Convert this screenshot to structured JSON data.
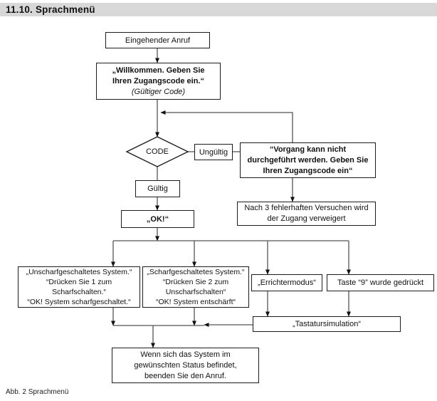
{
  "page": {
    "heading": "11.10. Sprachmenü",
    "caption": "Abb. 2 Sprachmenü"
  },
  "colors": {
    "heading_bar": "#d8d8d8",
    "box_border": "#1c1c1c",
    "connector": "#555555",
    "arrowhead": "#111111"
  },
  "flowchart": {
    "nodes": {
      "incoming_call": {
        "label": "Eingehender Anruf"
      },
      "welcome": {
        "lines": [
          "„Willkommen. Geben Sie",
          "Ihren Zugangscode ein.“"
        ],
        "note": "(Gültiger Code)"
      },
      "code_decision": {
        "label": "CODE"
      },
      "invalid": {
        "label": "Ungültig"
      },
      "valid": {
        "label": "Gültig"
      },
      "error_message": {
        "lines": [
          "“Vorgang kann nicht",
          "durchgeführt werden. Geben Sie",
          "Ihren Zugangscode ein“"
        ]
      },
      "lockout": {
        "lines": [
          "Nach 3 fehlerhaften Versuchen wird",
          "der Zugang verweigert"
        ]
      },
      "ok": {
        "label": "„OK!“"
      },
      "disarmed_system": {
        "lines": [
          "„Unscharfgeschaltetes System.“",
          "“Drücken Sie 1 zum",
          "Scharfschalten.“",
          "“OK! System scharfgeschaltet.“"
        ]
      },
      "armed_system": {
        "lines": [
          "„Scharfgeschaltetes System.“",
          "“Drücken Sie 2 zum",
          "Unscharfschalten“",
          "“OK! System entschärft“"
        ]
      },
      "installer_mode": {
        "label": "„Errichtermodus“"
      },
      "key9": {
        "label": "Taste “9” wurde gedrückt"
      },
      "keypad_simulation": {
        "label": "„Tastatursimulation“"
      },
      "end_call": {
        "lines": [
          "Wenn sich das System im",
          "gewünschten Status befindet,",
          "beenden Sie den Anruf."
        ]
      }
    }
  }
}
